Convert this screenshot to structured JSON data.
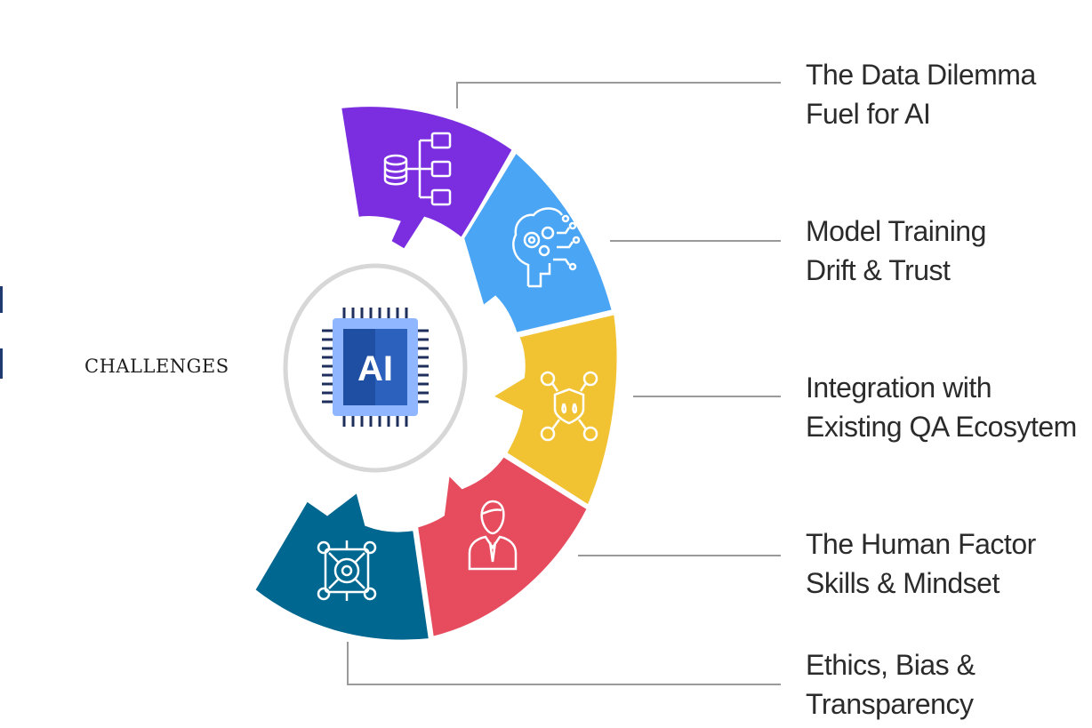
{
  "center": {
    "chip_text": "AI",
    "side_label": "CHALLENGES"
  },
  "colors": {
    "purple": "#7b2de0",
    "light_blue": "#4aa6f5",
    "yellow": "#f1c232",
    "red": "#e64c5e",
    "teal": "#006790",
    "chip_blue": "#1f4fa3",
    "chip_light": "#8fb6ff",
    "leader_line": "#9a9a9a",
    "ring": "#d7d7d7"
  },
  "challenges": [
    {
      "line1": "The Data Dilemma",
      "line2": "Fuel for AI",
      "icon": "database-hierarchy-icon",
      "color": "purple"
    },
    {
      "line1": "Model Training",
      "line2": "Drift & Trust",
      "icon": "brain-gears-icon",
      "color": "light_blue"
    },
    {
      "line1": "Integration with",
      "line2": "Existing QA Ecosytem",
      "icon": "shield-network-icon",
      "color": "yellow"
    },
    {
      "line1": "The Human Factor",
      "line2": "Skills & Mindset",
      "icon": "person-icon",
      "color": "red"
    },
    {
      "line1": "Ethics, Bias &",
      "line2": "Transparency",
      "icon": "network-vault-icon",
      "color": "teal"
    }
  ]
}
